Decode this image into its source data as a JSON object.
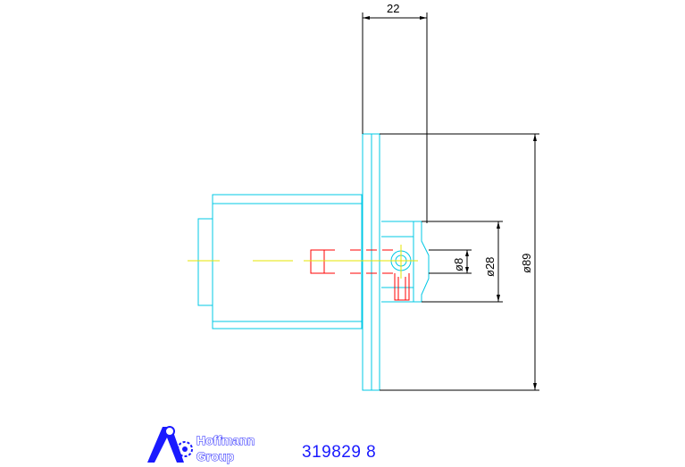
{
  "dimensions": {
    "width_top": "22",
    "dia_small": "ø8",
    "dia_mid": "ø28",
    "dia_large": "ø89"
  },
  "logo": {
    "line1": "Hoffmann",
    "line2": "Group"
  },
  "part_number": "319829 8",
  "colors": {
    "outline": "#00c8e6",
    "section": "#ff0000",
    "centerline": "#e6e600",
    "dimension": "#000000",
    "brand": "#1a1aff"
  }
}
